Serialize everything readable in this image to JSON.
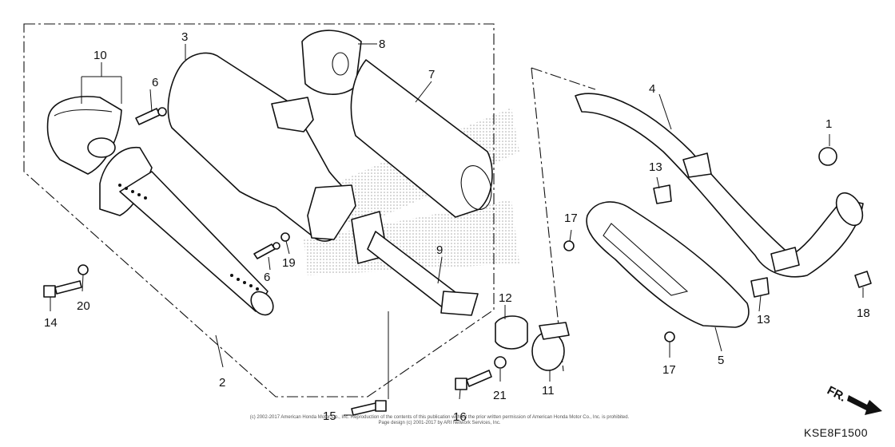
{
  "diagram": {
    "part_labels": [
      "1",
      "2",
      "3",
      "4",
      "5",
      "6",
      "6",
      "7",
      "8",
      "9",
      "10",
      "11",
      "12",
      "13",
      "13",
      "14",
      "15",
      "16",
      "17",
      "17",
      "18",
      "19",
      "20",
      "21"
    ],
    "direction_label": "FR.",
    "figure_code": "KSE8F1500",
    "copyright_line1": "(c) 2002-2017 American Honda Motor Co., Inc. Reproduction of the contents of this publication without the prior written permission of American Honda Motor Co., Inc. is prohibited.",
    "copyright_line2": "Page design (c) 2001-2017 by ARI Network Services, Inc.",
    "watermark_text": "HONDA",
    "colors": {
      "line": "#111111",
      "background": "#ffffff",
      "watermark": "#9a9a9a"
    }
  }
}
